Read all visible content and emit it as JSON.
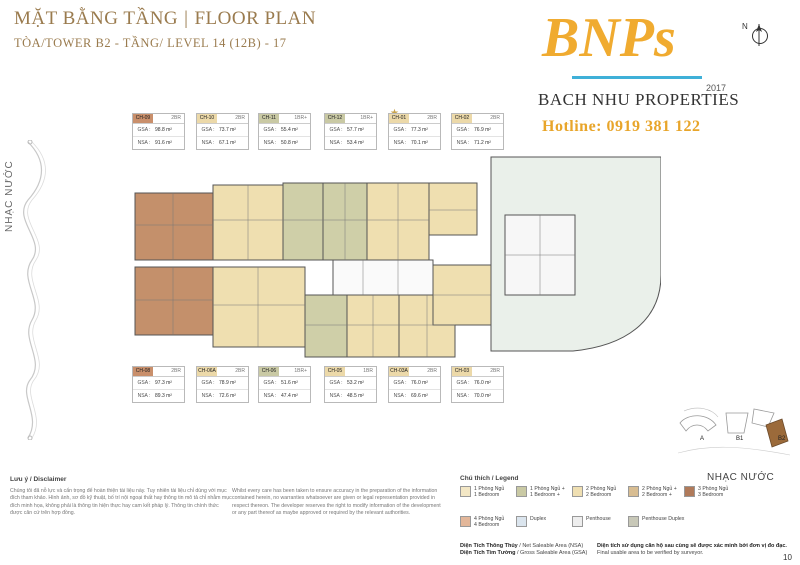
{
  "header": {
    "title_vi": "MẶT BẰNG TẦNG",
    "separator": "|",
    "title_en": "FLOOR PLAN",
    "subtitle": "TÒA/TOWER B2 - TẦNG/ LEVEL 14 (12B) - 17"
  },
  "side_label": "NHẠC NƯỚC",
  "brand": {
    "logo": "BNPs",
    "year": "2017",
    "name": "BACH NHU PROPERTIES",
    "hotline": "Hotline: 0919 381 122"
  },
  "compass": {
    "label": "N"
  },
  "units_top": [
    {
      "code": "CH-09",
      "type": "2BR",
      "gsa": "98.8 m²",
      "nsa": "91.6 m²",
      "color": "#c98f6b"
    },
    {
      "code": "CH-10",
      "type": "2BR",
      "gsa": "73.7 m²",
      "nsa": "67.1 m²",
      "color": "#ecd9a9"
    },
    {
      "code": "CH-11",
      "type": "1BR+",
      "gsa": "55.4 m²",
      "nsa": "50.8 m²",
      "color": "#c9c9a4"
    },
    {
      "code": "CH-12",
      "type": "1BR+",
      "gsa": "57.7 m²",
      "nsa": "53.4 m²",
      "color": "#c9c9a4"
    },
    {
      "code": "CH-01",
      "type": "2BR",
      "gsa": "77.3 m²",
      "nsa": "70.1 m²",
      "color": "#ecd9a9"
    },
    {
      "code": "CH-02",
      "type": "2BR",
      "gsa": "76.9 m²",
      "nsa": "71.2 m²",
      "color": "#ecd9a9"
    }
  ],
  "units_bottom": [
    {
      "code": "CH-08",
      "type": "2BR",
      "gsa": "97.3 m²",
      "nsa": "89.3 m²",
      "color": "#c98f6b"
    },
    {
      "code": "CH-06A",
      "type": "2BR",
      "gsa": "78.9 m²",
      "nsa": "72.6 m²",
      "color": "#ecd9a9"
    },
    {
      "code": "CH-06",
      "type": "1BR+",
      "gsa": "51.6 m²",
      "nsa": "47.4 m²",
      "color": "#c9c9a4"
    },
    {
      "code": "CH-05",
      "type": "1BR",
      "gsa": "53.2 m²",
      "nsa": "48.5 m²",
      "color": "#ecd9a9"
    },
    {
      "code": "CH-03A",
      "type": "2BR",
      "gsa": "76.0 m²",
      "nsa": "69.6 m²",
      "color": "#ecd9a9"
    },
    {
      "code": "CH-03",
      "type": "2BR",
      "gsa": "76.0 m²",
      "nsa": "70.0 m²",
      "color": "#ecd9a9"
    }
  ],
  "area_labels": {
    "gsa": "GSA :",
    "nsa": "NSA :"
  },
  "keymap": {
    "labels": [
      "A",
      "B1",
      "B2"
    ],
    "caption": "NHẠC NƯỚC"
  },
  "disclaimer": {
    "title": "Lưu ý / Disclaimer",
    "vi": "Chúng tôi đã nỗ lực và cẩn trọng để hoàn thiện tài liệu này. Tuy nhiên tài liệu chỉ dùng với mục đích tham khảo. Hình ảnh, sơ đồ kỹ thuật, bố trí nội ngoại thất hay thông tin mô tả chỉ nhằm mục đích minh họa, không phải là thông tin hiện thực hay cam kết pháp lý. Thông tin chính thức được căn cứ trên hợp đồng.",
    "en": "Whilst every care has been taken to ensure accuracy in the preparation of the information contained herein, no warranties whatsoever are given or legal representation provided in respect thereon. The developer reserves the right to modify information of the development or any part thereof as maybe approved or required by the relevant authorities."
  },
  "legend": {
    "title": "Chú thích / Legend",
    "items": [
      {
        "vi": "1 Phòng Ngủ",
        "en": "1 Bedroom",
        "color": "#f3e7c5"
      },
      {
        "vi": "1 Phòng Ngủ +",
        "en": "1 Bedroom +",
        "color": "#c9c9a4"
      },
      {
        "vi": "2 Phòng Ngủ",
        "en": "2 Bedroom",
        "color": "#efdfb2"
      },
      {
        "vi": "2 Phòng Ngủ +",
        "en": "2 Bedroom +",
        "color": "#d8bd92"
      },
      {
        "vi": "3 Phòng Ngủ",
        "en": "3 Bedroom",
        "color": "#b07a5a"
      },
      {
        "vi": "4 Phòng Ngủ",
        "en": "4 Bedroom",
        "color": "#e3b79a"
      },
      {
        "vi": "Duplex",
        "en": "",
        "color": "#dbe5ee"
      },
      {
        "vi": "Penthouse",
        "en": "",
        "color": "#eeeeee"
      },
      {
        "vi": "Penthouse Duplex",
        "en": "",
        "color": "#c8c8b8"
      }
    ]
  },
  "area_notes": {
    "nsa_bold": "Diện Tích Thông Thủy",
    "nsa_rest": " / Net Saleable Area (NSA)",
    "gsa_bold": "Diện Tích Tim Tường",
    "gsa_rest": " / Gross Saleable Area (GSA)",
    "final_bold": "Diện tích sử dụng căn hộ sau cùng sẽ được xác minh bởi đơn vị đo đạc.",
    "final_en": "Final usable area to be verified by surveyor."
  },
  "page_number": "10"
}
